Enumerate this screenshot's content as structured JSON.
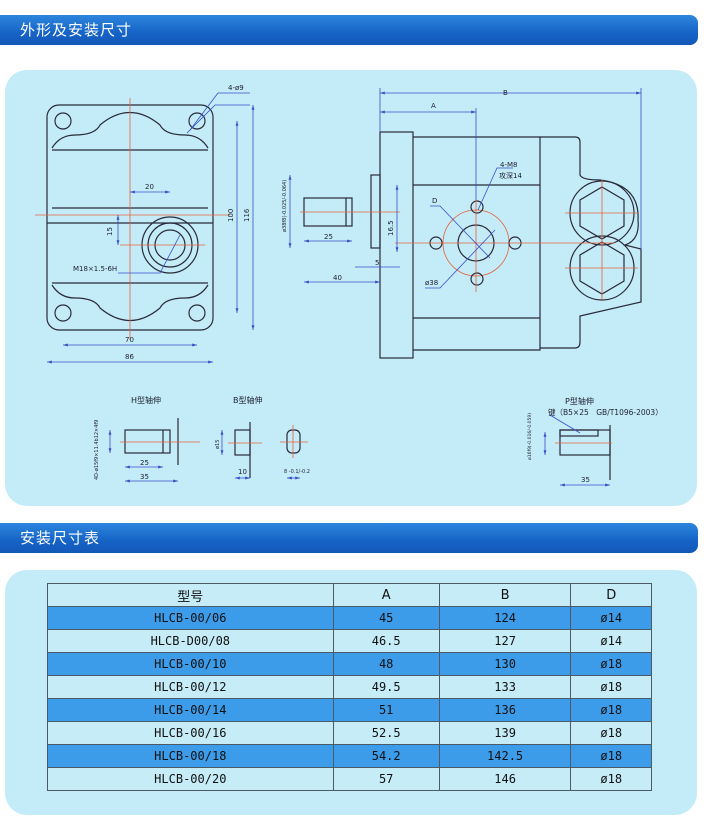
{
  "section1": {
    "title": "外形及安装尺寸"
  },
  "section2": {
    "title": "安装尺寸表"
  },
  "drawing": {
    "front": {
      "holes": "4-ø9",
      "dim20": "20",
      "dim15": "15",
      "thread": "M18×1.5-6H",
      "dim100": "100",
      "dim116": "116",
      "dim70": "70",
      "dim86": "86"
    },
    "side": {
      "dimB": "B",
      "dimA": "A",
      "pilot": "ø38f8(-0.025/-0.064)",
      "dim25": "25",
      "dim40": "40",
      "dim5": "5",
      "dim16_5": "16.5",
      "labelD": "D",
      "bolts": "4-M8",
      "depth": "攻深14",
      "pcd": "ø38"
    },
    "h_shaft": {
      "title": "H型轴伸",
      "spline": "4D-ø15f9×11.4b12×4f9",
      "dim25": "25",
      "dim35": "35"
    },
    "b_shaft": {
      "title": "B型轴伸",
      "dia": "ø15",
      "dim10": "10",
      "flat": "8 -0.1/-0.2"
    },
    "p_shaft": {
      "title": "P型轴伸",
      "key": "键（B5×25　GB/T1096-2003）",
      "dia": "ø16f9(-0.016/-0.059)",
      "dim35": "35"
    }
  },
  "table": {
    "headers": [
      "型号",
      "A",
      "B",
      "D"
    ],
    "rows": [
      [
        "HLCB-00/06",
        "45",
        "124",
        "ø14"
      ],
      [
        "HLCB-D00/08",
        "46.5",
        "127",
        "ø14"
      ],
      [
        "HLCB-00/10",
        "48",
        "130",
        "ø18"
      ],
      [
        "HLCB-00/12",
        "49.5",
        "133",
        "ø18"
      ],
      [
        "HLCB-00/14",
        "51",
        "136",
        "ø18"
      ],
      [
        "HLCB-00/16",
        "52.5",
        "139",
        "ø18"
      ],
      [
        "HLCB-00/18",
        "54.2",
        "142.5",
        "ø18"
      ],
      [
        "HLCB-00/20",
        "57",
        "146",
        "ø18"
      ]
    ]
  }
}
